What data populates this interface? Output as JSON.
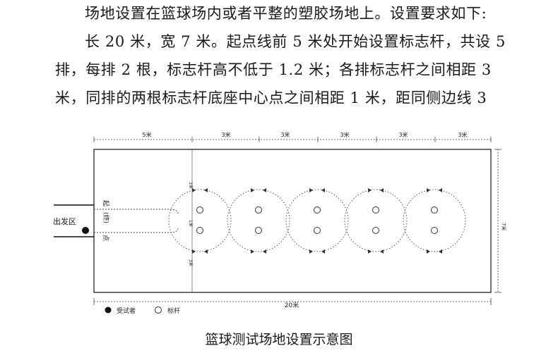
{
  "paragraph": {
    "line1": "场地设置在篮球场内或者平整的塑胶场地上。设置要求如下:",
    "line2": "长 20 米，宽 7 米。起点线前 5 米处开始设置标志杆，共设 5",
    "line3": "排，每排 2 根，标志杆高不低于 1.2 米；各排标志杆之间相距 3",
    "line4": "米，同排的两根标志杆底座中心点之间相距 1 米，距同侧边线 3"
  },
  "diagram": {
    "top_dims": [
      "5米",
      "3米",
      "3米",
      "3米",
      "3米",
      "3米"
    ],
    "left_dims": [
      "3米",
      "1米",
      "3米"
    ],
    "right_dim": "7米",
    "bottom_dim": "20米",
    "start_area": "出发区",
    "start_line": {
      "top": "起",
      "middle": "(终)",
      "bottom": "点"
    },
    "legend": {
      "tester": "受试者",
      "pole": "标杆"
    },
    "pole_rows": 5
  },
  "caption": "篮球测试场地设置示意图"
}
